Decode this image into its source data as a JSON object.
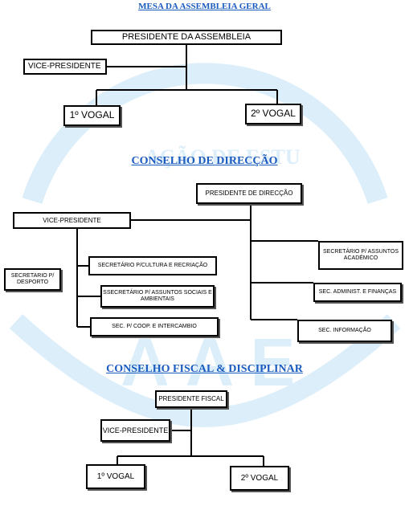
{
  "sections": {
    "assembleia": {
      "title": "MESA DA ASSEMBLEIA GERAL",
      "president": "PRESIDENTE DA ASSEMBLEIA",
      "vice": "VICE-PRESIDENTE",
      "vogal1": "1º VOGAL",
      "vogal2": "2º VOGAL"
    },
    "direccao": {
      "title": "CONSELHO DE DIRECÇÃO",
      "president": "PRESIDENTE DE DIRECÇÃO",
      "vice": "VICE-PRESIDENTE",
      "desporto": "SECRETARIO P/ DESPORTO",
      "cultura": "SECRETÁRIO P/CULTURA E RECRIAÇÃO",
      "sociais": "SSECRETÁRIO P/ ASSUNTOS SOCIAIS E AMBIENTAIS",
      "coop": "SEC. P/ COOP. E INTERCAMBIO",
      "academico": "SECRETÁRIO P/ ASSUNTOS ACADÉMICO",
      "financas": "SEC. ADMINIST. E FINANÇAS",
      "informacao": "SEC. INFORMAÇÃO"
    },
    "fiscal": {
      "title": "CONSELHO FISCAL & DISCIPLINAR",
      "president": "PRESIDENTE FISCAL",
      "vice": "VICE-PRESIDENTE",
      "vogal1": "1º VOGAL",
      "vogal2": "2º VOGAL"
    }
  },
  "watermark_text": "AÇÃO DE ESTU",
  "watermark_logo": "AAE",
  "colors": {
    "heading": "#1a5bbf",
    "watermark": "#dbeefa",
    "line": "#000000"
  }
}
